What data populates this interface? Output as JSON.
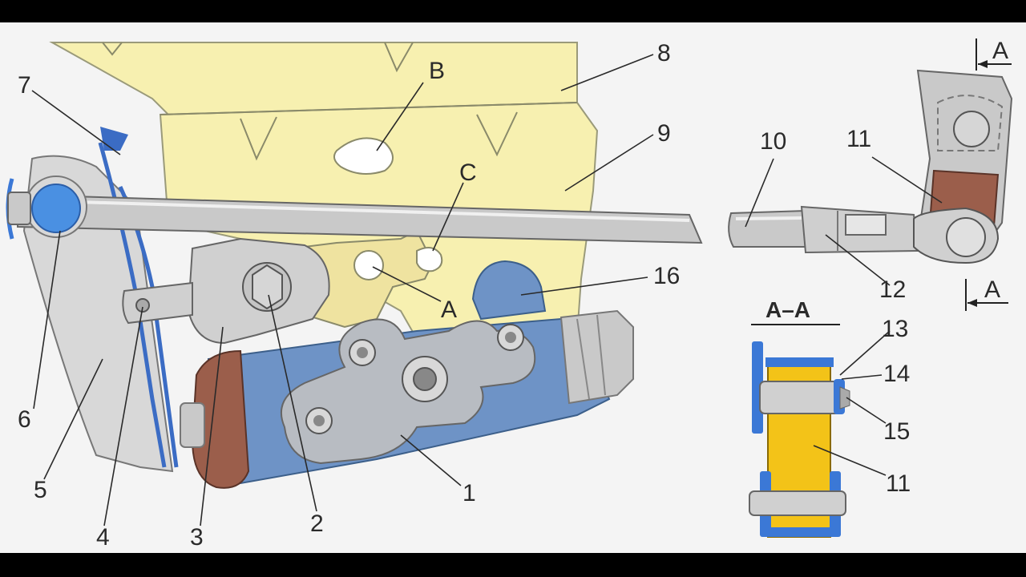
{
  "colors": {
    "background": "#f4f4f4",
    "housing_yellow": "#f7f0b0",
    "metal_blue": "#6e93c6",
    "metal_grey": "#c9c9c9",
    "bronze": "#9b5e4b",
    "yellow_part": "#f3c318",
    "blue_part": "#3b78d6"
  },
  "labels": {
    "n1": "1",
    "n2": "2",
    "n3": "3",
    "n4": "4",
    "n5": "5",
    "n6": "6",
    "n7": "7",
    "n8": "8",
    "n9": "9",
    "n10": "10",
    "n11": "11",
    "n11b": "11",
    "n12": "12",
    "n13": "13",
    "n14": "14",
    "n15": "15",
    "n16": "16",
    "A": "A",
    "B": "B",
    "C": "C"
  },
  "section": {
    "title": "A–A",
    "marker_top": "A",
    "marker_bottom": "A"
  }
}
